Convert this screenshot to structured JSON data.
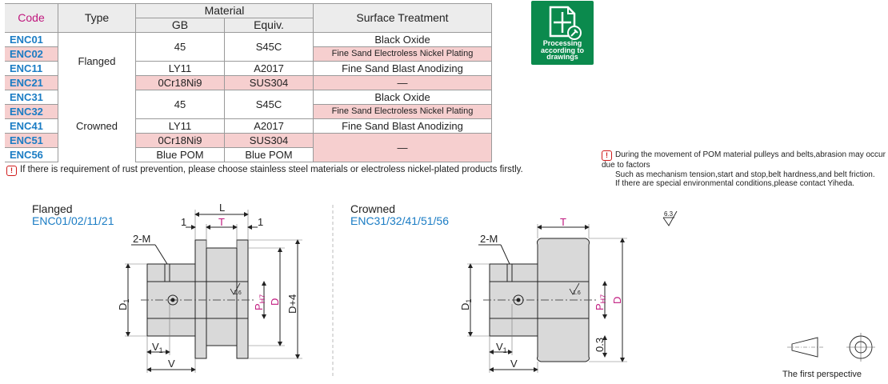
{
  "table": {
    "headers": {
      "code": "Code",
      "type": "Type",
      "material": "Material",
      "gb": "GB",
      "equiv": "Equiv.",
      "surface": "Surface Treatment"
    },
    "rows": [
      {
        "code": "ENC01"
      },
      {
        "code": "ENC02"
      },
      {
        "code": "ENC11"
      },
      {
        "code": "ENC21"
      },
      {
        "code": "ENC31"
      },
      {
        "code": "ENC32"
      },
      {
        "code": "ENC41"
      },
      {
        "code": "ENC51"
      },
      {
        "code": "ENC56"
      }
    ],
    "types": {
      "flanged": "Flanged",
      "crowned": "Crowned"
    },
    "materials": {
      "gb_45": "45",
      "eq_s45c": "S45C",
      "gb_ly11": "LY11",
      "eq_a2017": "A2017",
      "gb_cr": "0Cr18Ni9",
      "eq_sus": "SUS304",
      "gb_pom": "Blue POM",
      "eq_pom": "Blue POM"
    },
    "surface": {
      "black_oxide": "Black Oxide",
      "nickel": "Fine Sand Electroless Nickel Plating",
      "anodizing": "Fine Sand Blast Anodizing",
      "dash": "—"
    }
  },
  "notes": {
    "rust": "If there is requirement of rust prevention, please choose stainless steel materials or electroless nickel-plated products firstly.",
    "pom_line1": "During the movement of POM material pulleys and belts,abrasion may occur due to factors",
    "pom_line2": "Such as mechanism tension,start and stop,belt hardness,and belt friction.",
    "pom_line3": "If there are special environmental conditions,please contact Yiheda."
  },
  "badge": {
    "line1": "Processing",
    "line2": "according to",
    "line3": "drawings",
    "icon": "document-cross-icon"
  },
  "drawings": {
    "flanged": {
      "title": "Flanged",
      "codes": "ENC01/02/11/21"
    },
    "crowned": {
      "title": "Crowned",
      "codes": "ENC31/32/41/51/56"
    },
    "dims": {
      "L": "L",
      "T": "T",
      "one": "1",
      "M": "2-M",
      "D1": "D",
      "D1_sub": "1",
      "P": "P",
      "P_sub": "H7",
      "D": "D",
      "D4": "D+4",
      "V1": "V",
      "V1_sub": "1",
      "V": "V",
      "rough": "1.6",
      "gap": "0.3",
      "finish": "6.3"
    }
  },
  "perspective": "The first perspective",
  "colors": {
    "accent_code": "#1a7cc4",
    "accent_header": "#c0187e",
    "pink_row": "#f6cfcf",
    "badge": "#0b8a4d"
  }
}
